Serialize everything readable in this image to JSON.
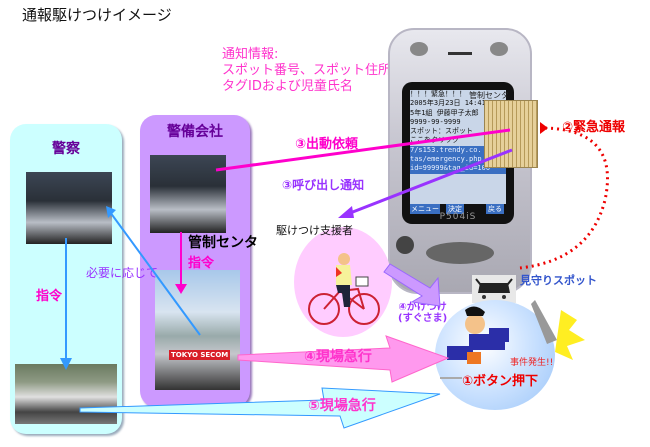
{
  "title": "通報駆けつけイメージ",
  "notification": {
    "line1": "通知情報:",
    "line2": "スポット番号、スポット住所",
    "line3": "タグIDおよび児童氏名"
  },
  "panels": {
    "police": {
      "label": "警察"
    },
    "security_company": {
      "label": "警備会社"
    }
  },
  "control_center": {
    "label": "管制センタ",
    "command": "指令"
  },
  "police_command": "指令",
  "as_needed": "必要に応じて",
  "phone": {
    "model": "P504iS",
    "screen_lines": [
      "！！！緊急！！！",
      "2005年3月23日 14:41",
      "5年1組 伊藤甲子太郎",
      "9999-99-9999",
      "スポット：スポット",
      "ここをクリック",
      "7/s153.trendy.co.",
      "tas/emergency.php",
      "id=99999&tag_id=100"
    ],
    "softkeys": [
      "メニュー",
      "決定",
      "戻る"
    ]
  },
  "building_label": "管制センタ",
  "steps": {
    "dispatch_request": "③出動依頼",
    "call_notice": "③呼び出し通知",
    "emergency_report": "②緊急通報",
    "rush_now": {
      "line1": "④かけつけ",
      "line2": "(すぐさま)"
    },
    "rush_site_security": "④現場急行",
    "rush_site_police": "⑤現場急行",
    "button_press": "①ボタン押下"
  },
  "helper_label": "駆けつけ支援者",
  "watch_spot_label": "見守りスポット",
  "incident_label": "事件発生!!",
  "car_logo": "TOKYO SECOM",
  "colors": {
    "magenta": "#ff00cc",
    "violet": "#9933ff",
    "red": "#ee0000",
    "blue": "#3399ff",
    "police_bg": "#ccffff",
    "security_bg": "#cc99ff"
  }
}
